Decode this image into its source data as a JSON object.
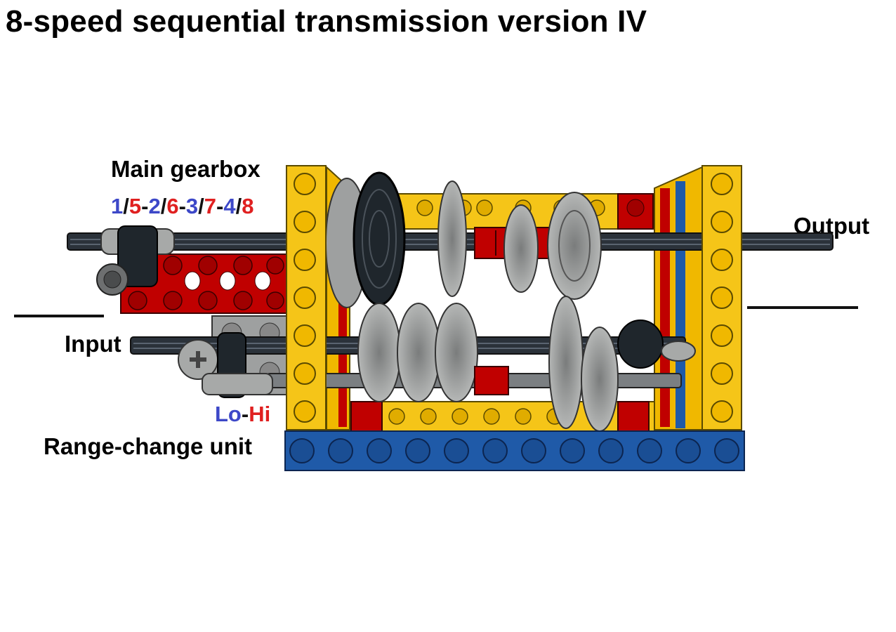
{
  "title": "8-speed sequential transmission version IV",
  "labels": {
    "main_gearbox": "Main gearbox",
    "output": "Output",
    "input": "Input",
    "range_change_unit": "Range-change unit"
  },
  "gear_sequence": [
    {
      "text": "1",
      "color": "blue"
    },
    {
      "text": "/",
      "color": "black"
    },
    {
      "text": "5",
      "color": "red"
    },
    {
      "text": "-",
      "color": "black"
    },
    {
      "text": "2",
      "color": "blue"
    },
    {
      "text": "/",
      "color": "black"
    },
    {
      "text": "6",
      "color": "red"
    },
    {
      "text": "-",
      "color": "black"
    },
    {
      "text": "3",
      "color": "blue"
    },
    {
      "text": "/",
      "color": "black"
    },
    {
      "text": "7",
      "color": "red"
    },
    {
      "text": "-",
      "color": "black"
    },
    {
      "text": "4",
      "color": "blue"
    },
    {
      "text": "/",
      "color": "black"
    },
    {
      "text": "8",
      "color": "red"
    }
  ],
  "range_modes": [
    {
      "text": "Lo",
      "color": "blue"
    },
    {
      "text": "-",
      "color": "black"
    },
    {
      "text": "Hi",
      "color": "red"
    }
  ],
  "colors": {
    "blue": "#3d48c8",
    "red": "#e02020",
    "black": "#111111",
    "frame_yellow": "#f5c518",
    "beam_red": "#c00000",
    "base_blue": "#1f5aa8",
    "gear_grey": "#a7a9a8",
    "axle_dark": "#2b323a"
  }
}
